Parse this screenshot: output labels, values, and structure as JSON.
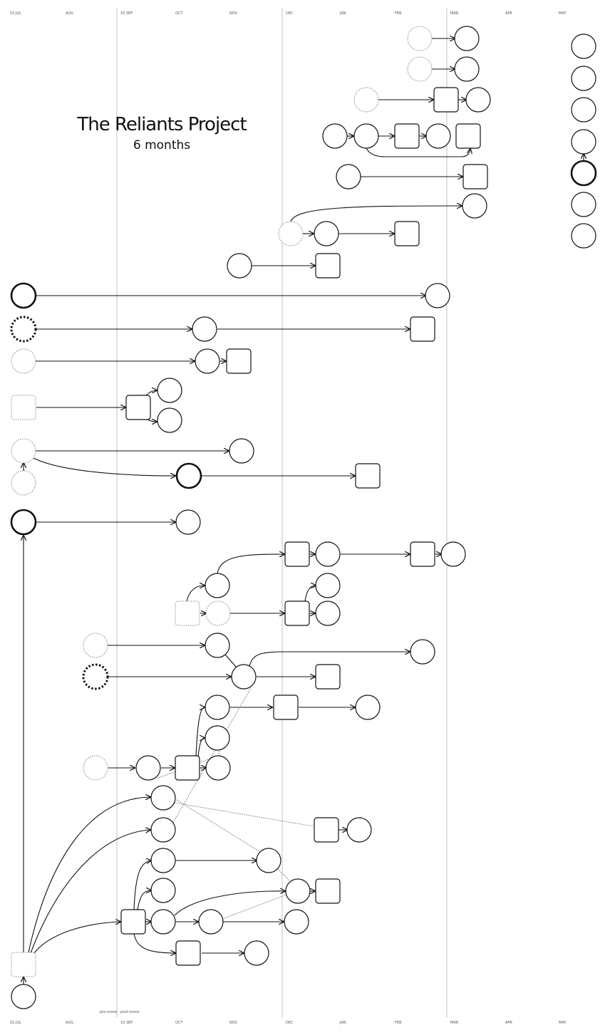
{
  "title": "The Reliants Project",
  "subtitle": "6 months",
  "timeline": {
    "labels": [
      "15 JUL",
      "AUG",
      "15 SEP",
      "OCT",
      "NOV",
      "DEC",
      "JAN",
      "FEB",
      "MAR",
      "APR",
      "MAY"
    ]
  },
  "phase_labels": {
    "pre": "pre-move",
    "post": "post-move"
  },
  "colors": {
    "stroke": "#111111",
    "grid": "#bbbbbb",
    "background": "#ffffff"
  }
}
